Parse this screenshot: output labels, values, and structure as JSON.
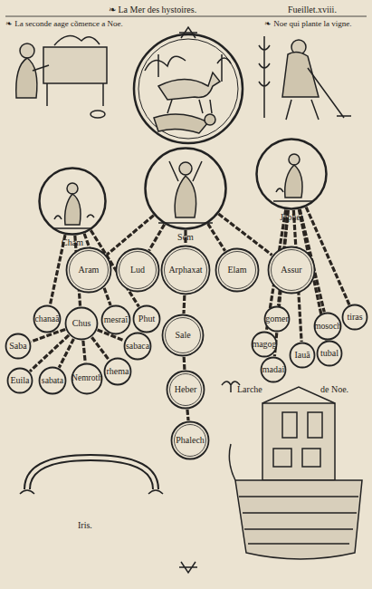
{
  "diagram": {
    "nodes": [
      {
        "text": [
          "Cham"
        ]
      },
      {
        "text": [
          "Sem"
        ]
      },
      {
        "text": [
          "Japhet"
        ]
      },
      {
        "text": [
          "Aram"
        ]
      },
      {
        "text": [
          "Lud"
        ]
      },
      {
        "text": [
          "Arphaxat"
        ]
      },
      {
        "text": [
          "Elam"
        ]
      },
      {
        "text": [
          "Assur"
        ]
      },
      {
        "text": [
          "chanaã"
        ]
      },
      {
        "text": [
          "Chus"
        ]
      },
      {
        "text": [
          "mesraĩ"
        ]
      },
      {
        "text": [
          "Phut"
        ]
      },
      {
        "text": [
          "gomer"
        ]
      },
      {
        "text": [
          "tiras"
        ]
      },
      {
        "text": [
          "mosoch"
        ]
      },
      {
        "text": [
          "magog"
        ]
      },
      {
        "text": [
          "Saba"
        ]
      },
      {
        "text": [
          "sabaca"
        ]
      },
      {
        "text": [
          "Sale"
        ]
      },
      {
        "text": [
          "Iauã"
        ]
      },
      {
        "text": [
          "tubal"
        ]
      },
      {
        "text": [
          "madai"
        ]
      },
      {
        "text": [
          "Euila"
        ]
      },
      {
        "text": [
          "sabata"
        ]
      },
      {
        "text": [
          "Nemroth"
        ]
      },
      {
        "text": [
          "rhema"
        ]
      },
      {
        "text": [
          "Heber"
        ]
      },
      {
        "text": [
          "Phalech"
        ]
      }
    ],
    "edges": [
      {
        "from": 0,
        "to": 8,
        "arrow": "none"
      },
      {
        "from": 0,
        "to": 9,
        "arrow": "none"
      },
      {
        "from": 0,
        "to": 10,
        "arrow": "none"
      },
      {
        "from": 0,
        "to": 11,
        "arrow": "none"
      },
      {
        "from": 9,
        "to": 16,
        "arrow": "none"
      },
      {
        "from": 9,
        "to": 22,
        "arrow": "none"
      },
      {
        "from": 9,
        "to": 23,
        "arrow": "none"
      },
      {
        "from": 9,
        "to": 24,
        "arrow": "none"
      },
      {
        "from": 9,
        "to": 25,
        "arrow": "none"
      },
      {
        "from": 9,
        "to": 17,
        "arrow": "none"
      },
      {
        "from": 1,
        "to": 3,
        "arrow": "none"
      },
      {
        "from": 1,
        "to": 4,
        "arrow": "none"
      },
      {
        "from": 1,
        "to": 5,
        "arrow": "none"
      },
      {
        "from": 1,
        "to": 6,
        "arrow": "none"
      },
      {
        "from": 1,
        "to": 7,
        "arrow": "none"
      },
      {
        "from": 5,
        "to": 18,
        "arrow": "none"
      },
      {
        "from": 18,
        "to": 26,
        "arrow": "none"
      },
      {
        "from": 26,
        "to": 27,
        "arrow": "none"
      },
      {
        "from": 2,
        "to": 12,
        "arrow": "none"
      },
      {
        "from": 2,
        "to": 15,
        "arrow": "none"
      },
      {
        "from": 2,
        "to": 21,
        "arrow": "none"
      },
      {
        "from": 2,
        "to": 19,
        "arrow": "none"
      },
      {
        "from": 2,
        "to": 20,
        "arrow": "none"
      },
      {
        "from": 2,
        "to": 14,
        "arrow": "none"
      },
      {
        "from": 2,
        "to": 13,
        "arrow": "none"
      }
    ],
    "labels": [
      "❧ La Mer des hystoires.",
      "Fueillet.xviii.",
      "❧ La seconde aage cõmence a Noe.",
      "❧ Noe qui plante la vigne.",
      "Iris.",
      "Larche",
      "de Noe."
    ]
  }
}
